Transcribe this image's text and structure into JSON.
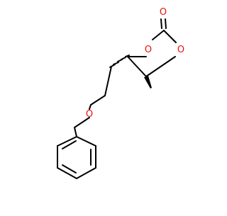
{
  "molecule": {
    "atom_labels": {
      "carbonyl_oxygen": "O",
      "ring_oxygen_left": "O",
      "ring_oxygen_right": "O",
      "ether_oxygen": "O"
    },
    "colors": {
      "bond": "#000000",
      "oxygen": "#e8120c",
      "background": "#ffffff"
    }
  }
}
